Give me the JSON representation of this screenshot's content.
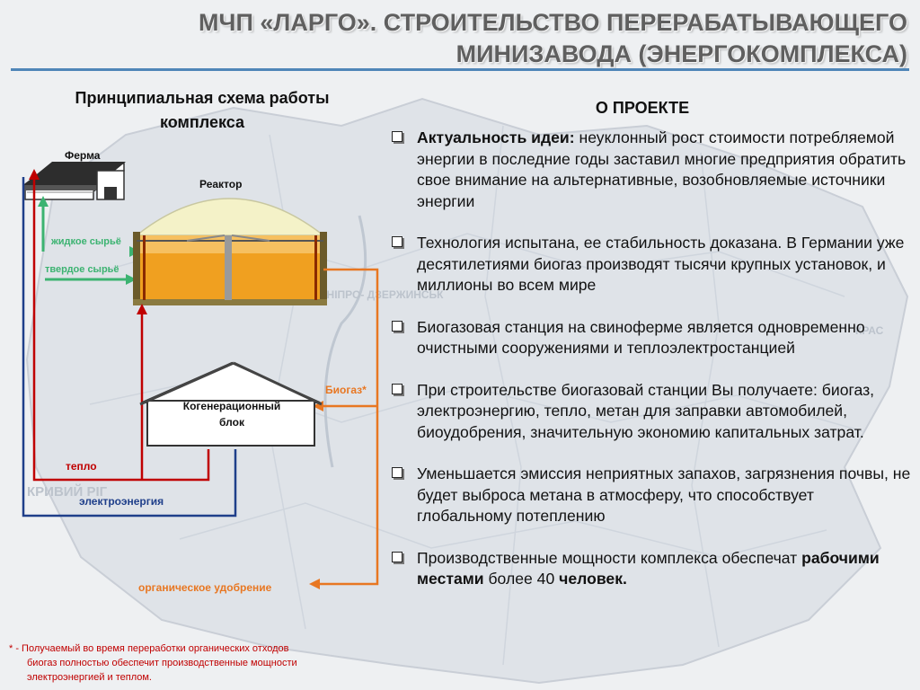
{
  "header": {
    "title_line1": "МЧП «ЛАРГО». СТРОИТЕЛЬСТВО ПЕРЕРАБАТЫВАЮЩЕГО",
    "title_line2": "МИНИЗАВОДА (ЭНЕРГОКОМПЛЕКСА)"
  },
  "scheme": {
    "title_line1": "Принципиальная схема работы",
    "title_line2": "комплекса",
    "farm": "Ферма",
    "reactor": "Реактор",
    "liquid_raw": "жидкое сырьё",
    "solid_raw": "твердое сырьё",
    "cogeneration_line1": "Когенерационный",
    "cogeneration_line2": "блок",
    "biogas": "Биогаз*",
    "heat": "тепло",
    "electricity": "электроэнергия",
    "fertilizer": "органическое удобрение",
    "colors": {
      "green": "#3cb371",
      "red": "#c00000",
      "navy": "#1f3f8a",
      "orange": "#e87722",
      "reactor_fill": "#f0a020",
      "dome": "#f4f2c8"
    }
  },
  "about": {
    "title": "О ПРОЕКТЕ",
    "items": [
      {
        "lead": "Актуальность идеи:",
        "text": " неуклонный рост стоимости потребляемой энергии в последние годы заставил многие предприятия обратить свое внимание на альтернативные, возобновляемые  источники энергии"
      },
      {
        "text": "Технология испытана, ее стабильность доказана. В Германии уже десятилетиями биогаз производят тысячи крупных установок, и миллионы во всем мире"
      },
      {
        "text": "Биогазовая станция на свиноферме является одновременно очистными сооружениями и теплоэлектростанцией"
      },
      {
        "text": "При строительстве биогазовай станции Вы получаете: биогаз, электроэнергию, тепло, метан для заправки автомобилей, биоудобрения, значительную экономию капитальных затрат."
      },
      {
        "text": "Уменьшается эмиссия неприятных запахов, загрязнения почвы, не будет  выброса метана в атмосферу, что способствует глобальному потеплению"
      },
      {
        "text_before": "Производственные мощности комплекса обеспечат ",
        "bold1": "рабочими местами",
        "text_mid": " более 40 ",
        "bold2": "человек."
      }
    ]
  },
  "footnote": {
    "line1": "* - Получаемый во время переработки органических отходов",
    "line2": "биогаз полностью обеспечит производственные мощности",
    "line3": "электроэнергией и теплом."
  },
  "map_labels": [
    "КРИВИЙ РІГ",
    "ДНІПРО- ДЗЕРЖИНСЬК",
    "КРАС"
  ]
}
